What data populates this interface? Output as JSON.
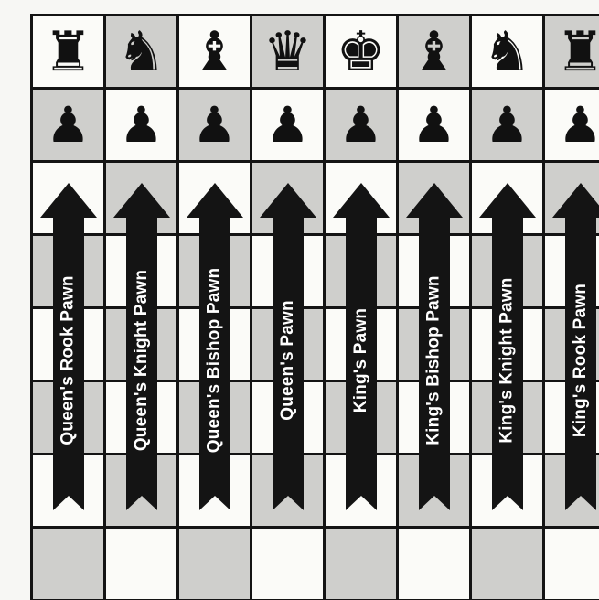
{
  "board": {
    "back_rank_pieces": [
      {
        "name": "rook-icon",
        "glyph": "♜"
      },
      {
        "name": "knight-icon",
        "glyph": "♞"
      },
      {
        "name": "bishop-icon",
        "glyph": "♝"
      },
      {
        "name": "queen-icon",
        "glyph": "♛"
      },
      {
        "name": "king-icon",
        "glyph": "♚"
      },
      {
        "name": "bishop-icon",
        "glyph": "♝"
      },
      {
        "name": "knight-icon",
        "glyph": "♞"
      },
      {
        "name": "rook-icon",
        "glyph": "♜"
      }
    ],
    "pawn_glyph": "♟",
    "colors": {
      "light_square": "#fbfbf8",
      "dark_square": "#cfcfcc",
      "lines": "#141414",
      "pieces": "#111111",
      "arrows": "#141414",
      "arrow_text": "#ffffff"
    }
  },
  "arrows": [
    {
      "label": "Queen's Rook Pawn"
    },
    {
      "label": "Queen's Knight Pawn"
    },
    {
      "label": "Queen's Bishop Pawn"
    },
    {
      "label": "Queen's Pawn"
    },
    {
      "label": "King's Pawn"
    },
    {
      "label": "King's Bishop Pawn"
    },
    {
      "label": "King's Knight Pawn"
    },
    {
      "label": "King's Rook Pawn"
    }
  ]
}
